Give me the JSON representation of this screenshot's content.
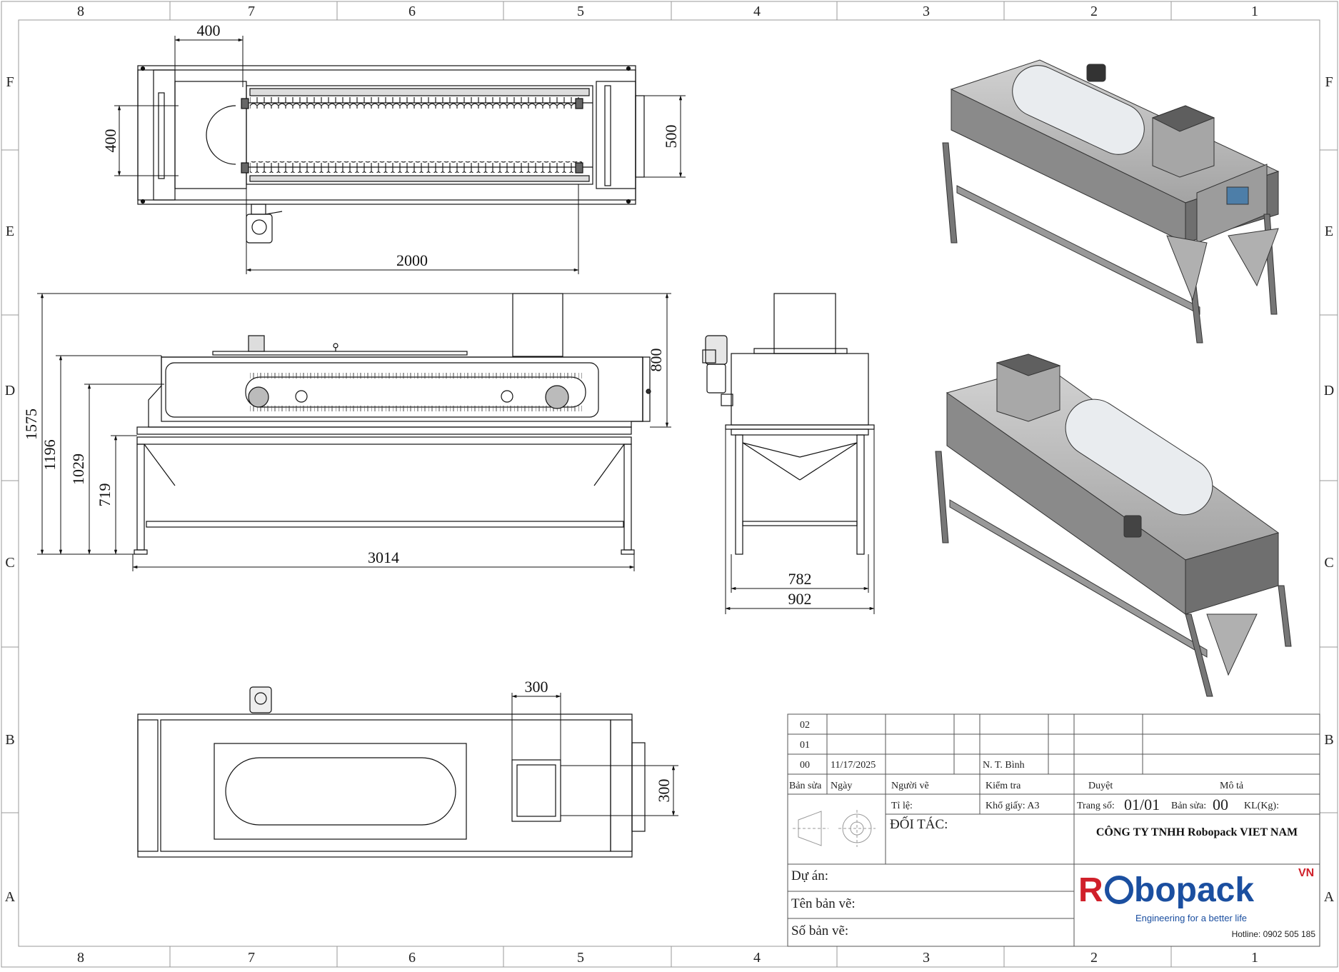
{
  "frame": {
    "columns": [
      "8",
      "7",
      "6",
      "5",
      "4",
      "3",
      "2",
      "1"
    ],
    "rows": [
      "F",
      "E",
      "D",
      "C",
      "B",
      "A"
    ]
  },
  "top_view": {
    "dims": {
      "width_left": "400",
      "height_left": "400",
      "height_right": "500",
      "length": "2000"
    }
  },
  "front_view": {
    "dims": {
      "h_total": "1575",
      "h_1196": "1196",
      "h_1029": "1029",
      "h_719": "719",
      "h_800": "800",
      "length": "3014"
    }
  },
  "side_view": {
    "dims": {
      "w_inner": "782",
      "w_outer": "902"
    }
  },
  "bottom_view": {
    "dims": {
      "hopper_w": "300",
      "hopper_h": "300"
    }
  },
  "title_block": {
    "rev_rows": [
      {
        "rev": "02",
        "date": "",
        "name": ""
      },
      {
        "rev": "01",
        "date": "",
        "name": ""
      },
      {
        "rev": "00",
        "date": "11/17/2025",
        "name": "N. T. Bình"
      }
    ],
    "headers": {
      "rev": "Bản sửa",
      "date": "Ngày",
      "drawer": "Người vẽ",
      "checker": "Kiểm tra",
      "approver": "Duyệt",
      "description": "Mô tả"
    },
    "scale_label": "Tỉ lệ:",
    "paper_label": "Khổ giấy: A3",
    "page_label": "Trang số:",
    "page_value": "01/01",
    "rev_label": "Bản sửa:",
    "rev_value": "00",
    "weight_label": "KL(Kg):",
    "partner_label": "ĐỐI TÁC:",
    "company": "CÔNG TY TNHH Robopack VIET NAM",
    "project_label": "Dự án:",
    "drawing_name_label": "Tên bản vẽ:",
    "drawing_no_label": "Số bản vẽ:",
    "logo": {
      "text": "Robopack",
      "suffix": "VN",
      "tagline": "Engineering for a better life",
      "hotline": "Hotline: 0902 505 185"
    }
  },
  "colors": {
    "line": "#111111",
    "logo_red": "#d0202a",
    "logo_blue": "#1b4fa0",
    "render_gray": "#9a9a9a"
  }
}
